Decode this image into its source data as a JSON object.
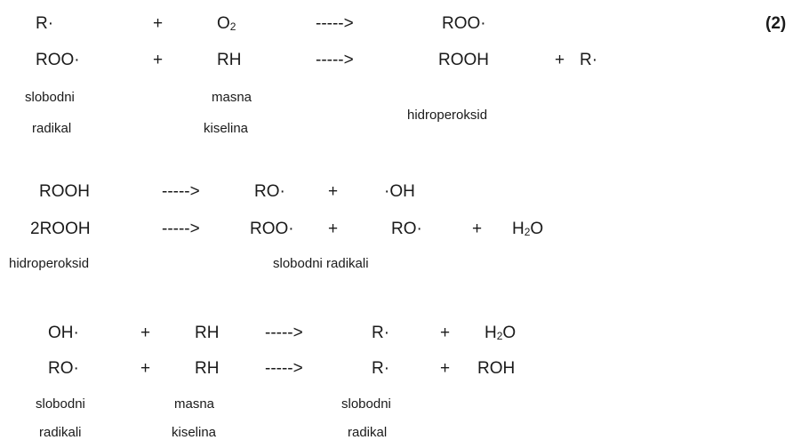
{
  "equation_number": "(2)",
  "block1": {
    "row1": {
      "a": "R·",
      "plus1": "+",
      "b": "O",
      "b_sub": "2",
      "arrow": "----->",
      "c": "ROO·"
    },
    "row2": {
      "a": "ROO·",
      "plus1": "+",
      "b": "RH",
      "arrow": "----->",
      "c": "ROOH",
      "plus2": "+",
      "d": "R·"
    },
    "labels": {
      "a_line1": "slobodni",
      "a_line2": "radikal",
      "b_line1": "masna",
      "b_line2": "kiselina",
      "c": "hidroperoksid"
    }
  },
  "block2": {
    "row1": {
      "a": "ROOH",
      "arrow": "----->",
      "b": "RO·",
      "plus1": "+",
      "c": "·OH"
    },
    "row2": {
      "a": "2ROOH",
      "arrow": "----->",
      "b": "ROO·",
      "plus1": "+",
      "c": "RO·",
      "plus2": "+",
      "d": "H",
      "d_sub": "2",
      "d_end": "O"
    },
    "labels": {
      "a": "hidroperoksid",
      "b": "slobodni radikali"
    }
  },
  "block3": {
    "row1": {
      "a": "OH·",
      "plus1": "+",
      "b": "RH",
      "arrow": "----->",
      "c": "R·",
      "plus2": "+",
      "d": "H",
      "d_sub": "2",
      "d_end": "O"
    },
    "row2": {
      "a": "RO·",
      "plus1": "+",
      "b": "RH",
      "arrow": "----->",
      "c": "R·",
      "plus2": "+",
      "d": "ROH"
    },
    "labels": {
      "a_line1": "slobodni",
      "a_line2": "radikali",
      "b_line1": "masna",
      "b_line2": "kiselina",
      "c_line1": "slobodni",
      "c_line2": "radikal"
    }
  }
}
